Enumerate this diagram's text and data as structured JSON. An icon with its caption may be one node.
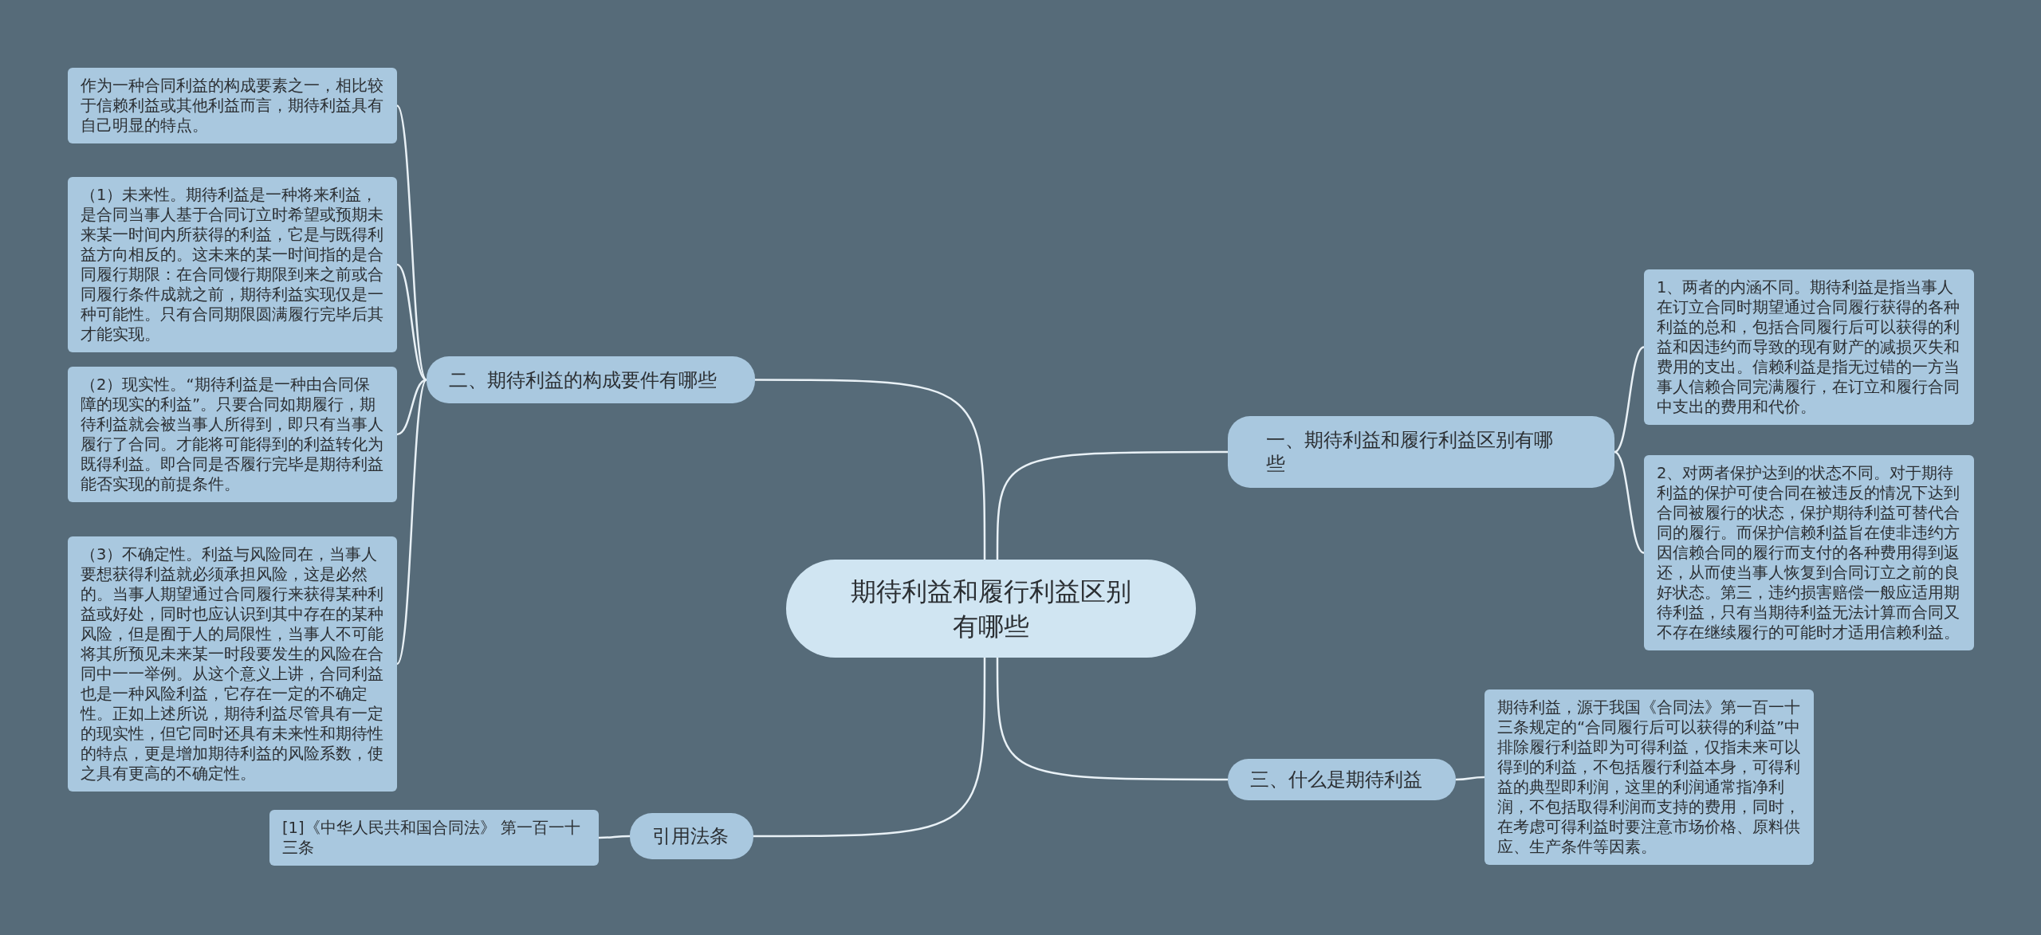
{
  "diagram": {
    "nodes": [
      {
        "text": [
          "期待利益和履行利益区别有哪些"
        ]
      },
      {
        "text": [
          "一、期待利益和履行利益区别有哪些"
        ]
      },
      {
        "text": [
          "1、两者的内涵不同。期待利益是指当事人在订立合同时期望通过合同履行获得的各种利益的总和，包括合同履行后可以获得的利益和因违约而导致的现有财产的减损灭失和费用的支出。信赖利益是指无过错的一方当事人信赖合同完满履行，在订立和履行合同中支出的费用和代价。"
        ]
      },
      {
        "text": [
          "2、对两者保护达到的状态不同。对于期待利益的保护可使合同在被违反的情况下达到合同被履行的状态，保护期待利益可替代合同的履行。而保护信赖利益旨在使非违约方因信赖合同的履行而支付的各种费用得到返还，从而使当事人恢复到合同订立之前的良好状态。第三，违约损害赔偿一般应适用期待利益，只有当期待利益无法计算而合同又不存在继续履行的可能时才适用信赖利益。"
        ]
      },
      {
        "text": [
          "二、期待利益的构成要件有哪些"
        ]
      },
      {
        "text": [
          "作为一种合同利益的构成要素之一，相比较于信赖利益或其他利益而言，期待利益具有自己明显的特点。"
        ]
      },
      {
        "text": [
          "（1）未来性。期待利益是一种将来利益，是合同当事人基于合同订立时希望或预期未来某一时间内所获得的利益，它是与既得利益方向相反的。这未来的某一时间指的是合同履行期限：在合同馒行期限到来之前或合同履行条件成就之前，期待利益实现仅是一种可能性。只有合同期限圆满履行完毕后其才能实现。"
        ]
      },
      {
        "text": [
          "（2）现实性。“期待利益是一种由合同保障的现实的利益”。只要合同如期履行，期待利益就会被当事人所得到，即只有当事人履行了合同。才能将可能得到的利益转化为既得利益。即合同是否履行完毕是期待利益能否实现的前提条件。"
        ]
      },
      {
        "text": [
          "（3）不确定性。利益与风险同在，当事人要想获得利益就必须承担风险，这是必然的。当事人期望通过合同履行来获得某种利益或好处，同时也应认识到其中存在的某种风险，但是囿于人的局限性，当事人不可能将其所预见未来某一时段要发生的风险在合同中一一举例。从这个意义上讲，合同利益也是一种风险利益，它存在一定的不确定性。正如上述所说，期待利益尽管具有一定的现实性，但它同时还具有未来性和期待性的特点，更是增加期待利益的风险系数，使之具有更高的不确定性。"
        ]
      },
      {
        "text": [
          "三、什么是期待利益"
        ]
      },
      {
        "text": [
          "期待利益，源于我国《合同法》第一百一十三条规定的“合同履行后可以获得的利益”中排除履行利益即为可得利益，仅指未来可以得到的利益，不包括履行利益本身，可得利益的典型即利润，这里的利润通常指净利润，不包括取得利润而支持的费用，同时，在考虑可得利益时要注意市场价格、原料供应、生产条件等因素。"
        ]
      },
      {
        "text": [
          "引用法条"
        ]
      },
      {
        "text": [
          "[1]《中华人民共和国合同法》 第一百一十三条"
        ]
      }
    ],
    "edges": [
      {
        "from": 0,
        "to": 1,
        "arrow": "none"
      },
      {
        "from": 1,
        "to": 2,
        "arrow": "none"
      },
      {
        "from": 1,
        "to": 3,
        "arrow": "none"
      },
      {
        "from": 0,
        "to": 4,
        "arrow": "none"
      },
      {
        "from": 4,
        "to": 5,
        "arrow": "none"
      },
      {
        "from": 4,
        "to": 6,
        "arrow": "none"
      },
      {
        "from": 4,
        "to": 7,
        "arrow": "none"
      },
      {
        "from": 4,
        "to": 8,
        "arrow": "none"
      },
      {
        "from": 0,
        "to": 9,
        "arrow": "none"
      },
      {
        "from": 9,
        "to": 10,
        "arrow": "none"
      },
      {
        "from": 0,
        "to": 11,
        "arrow": "none"
      },
      {
        "from": 11,
        "to": 12,
        "arrow": "none"
      }
    ]
  }
}
